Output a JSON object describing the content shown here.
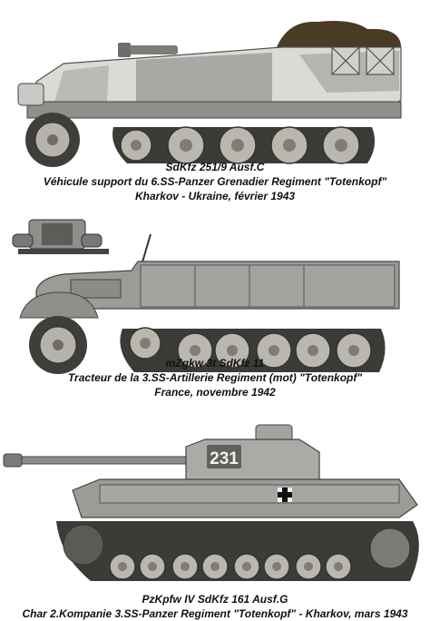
{
  "vehicles": [
    {
      "name": "SdKfz 251/9 Ausf.C",
      "unit": "Véhicule support du 6.SS-Panzer Grenadier Regiment \"Totenkopf\"",
      "place": "Kharkov - Ukraine, février 1943"
    },
    {
      "name": "mZgkw 3t SdKfz 11",
      "unit": "Tracteur de la 3.SS-Artillerie Regiment (mot) \"Totenkopf\"",
      "place": "France, novembre 1942"
    },
    {
      "name": "PzKpfw IV SdKfz 161 Ausf.G",
      "unit": "Char 2.Kompanie 3.SS-Panzer Regiment \"Totenkopf\" - Kharkov, mars 1943"
    }
  ],
  "markings": {
    "turret_number": "231"
  },
  "colors": {
    "grey_base": "#9a9c97",
    "grey_light": "#c9cbc6",
    "winter_white": "#e4e5e2",
    "tarp_brown": "#4a3a26",
    "track_dark": "#3b3c38",
    "road_wheel": "#b9b7ae"
  },
  "icons": [
    "balkenkreuz-icon"
  ]
}
